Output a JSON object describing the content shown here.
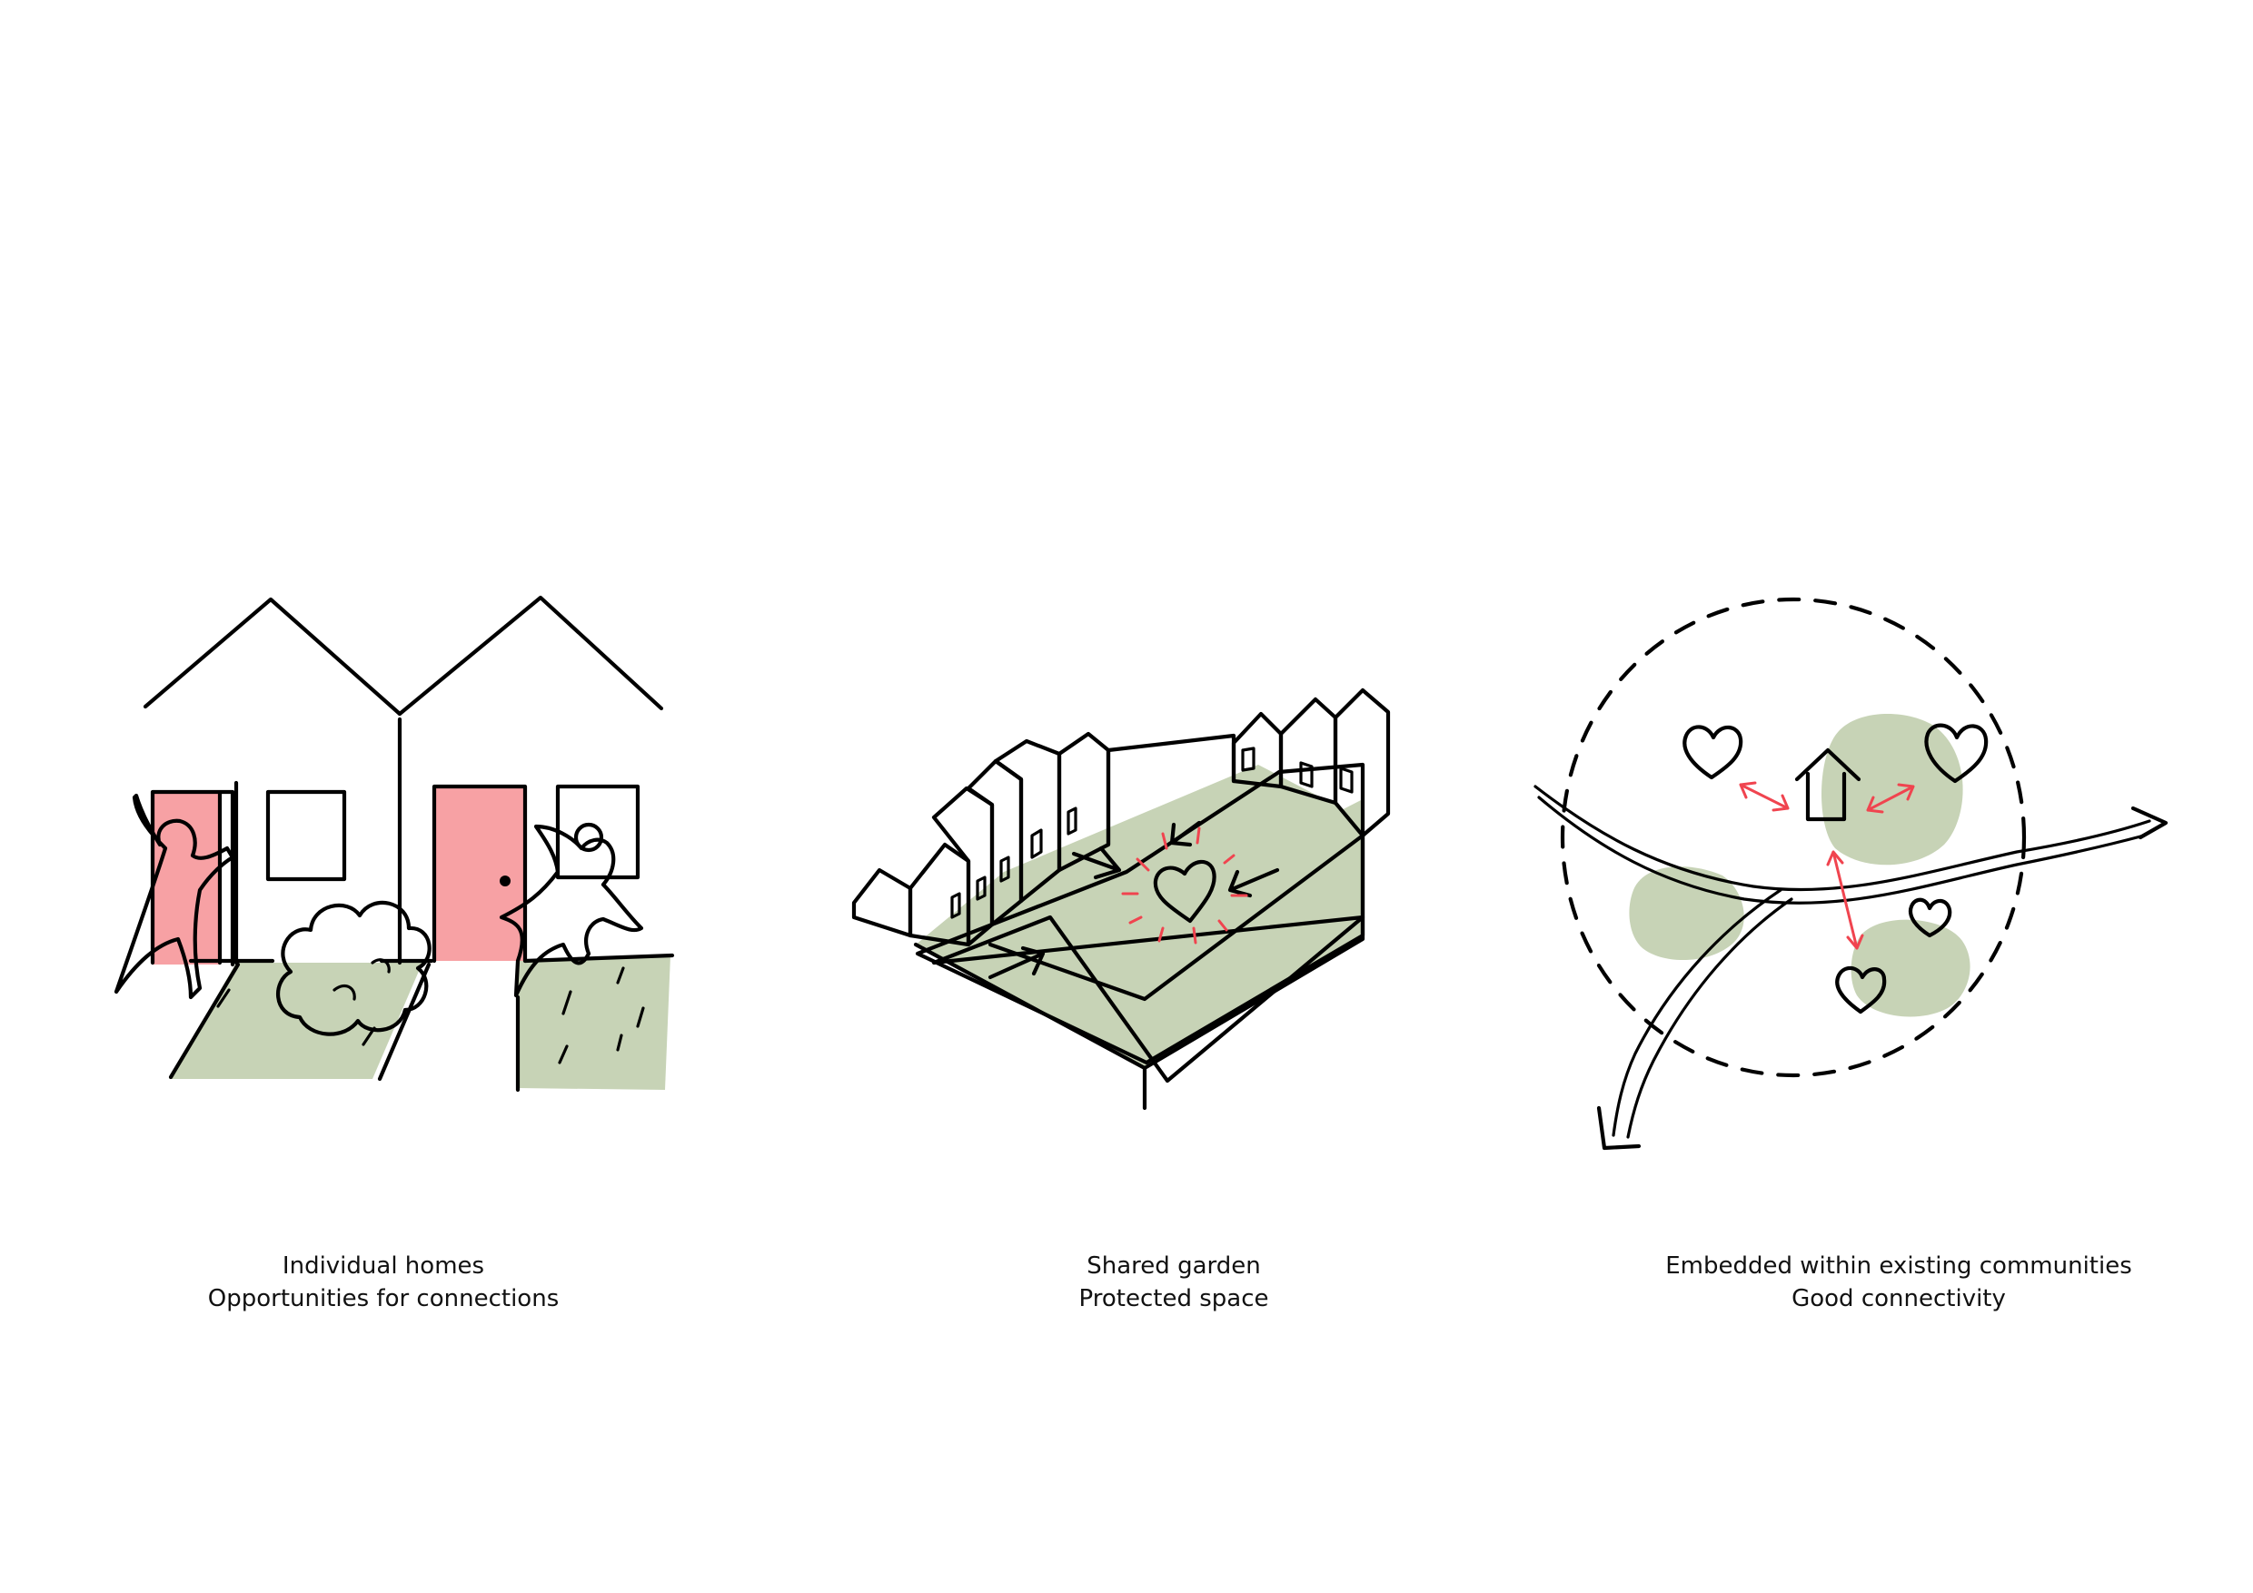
{
  "colors": {
    "ink": "#000000",
    "pink": "#f7a1a4",
    "green": "#c7d3b6",
    "heart_red": "#f0303e",
    "arrow_red": "#f0444f"
  },
  "panels": [
    {
      "caption_line1": "Individual homes",
      "caption_line2": "Opportunities for connections"
    },
    {
      "caption_line1": "Shared garden",
      "caption_line2": "Protected space"
    },
    {
      "caption_line1": "Embedded within existing communities",
      "caption_line2": "Good connectivity"
    }
  ]
}
